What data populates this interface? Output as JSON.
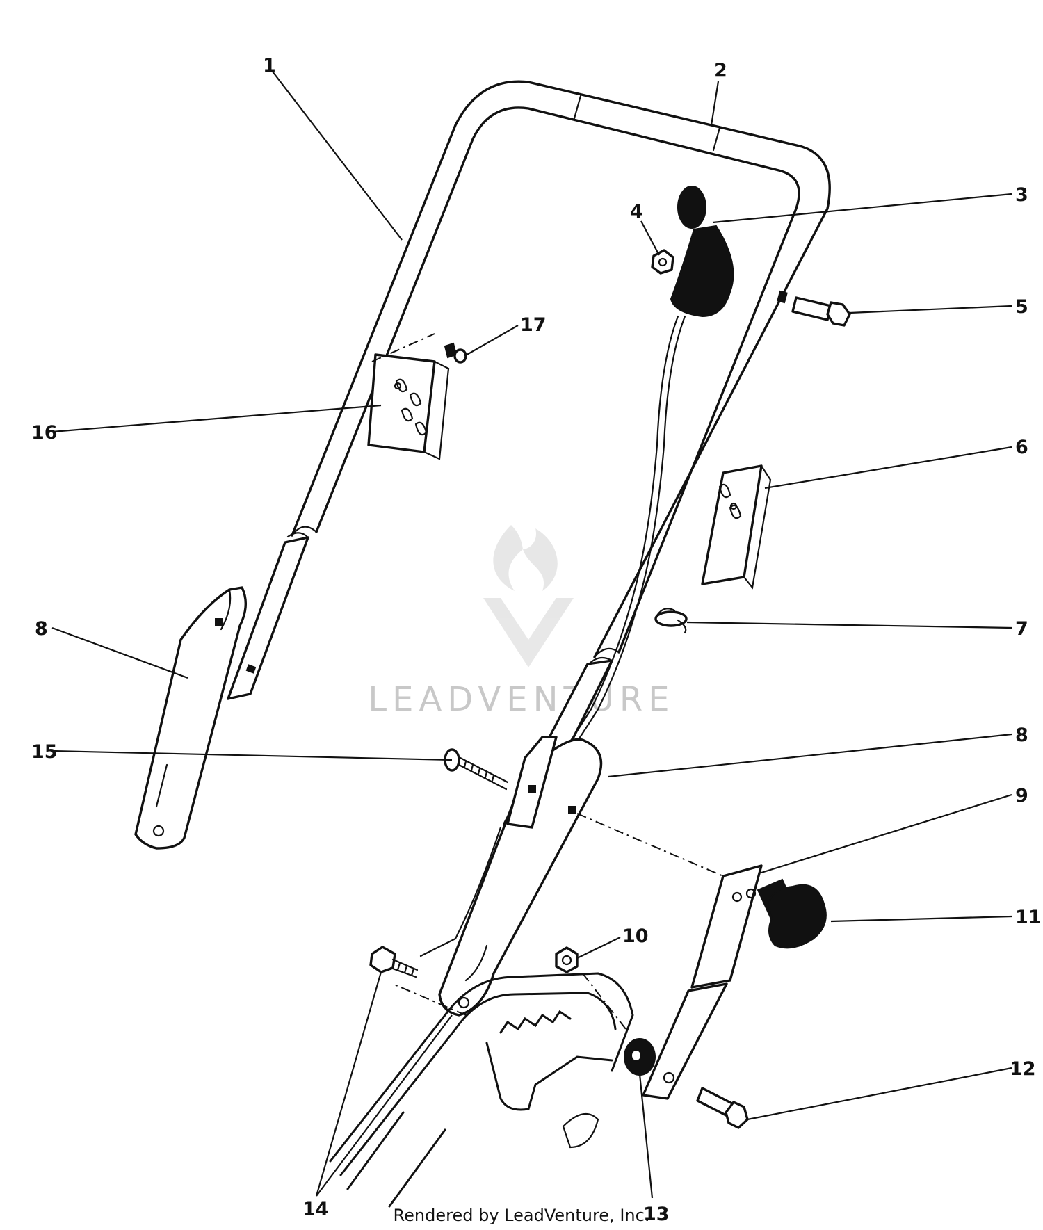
{
  "callouts": [
    {
      "id": "1",
      "label": "1"
    },
    {
      "id": "2",
      "label": "2"
    },
    {
      "id": "3",
      "label": "3"
    },
    {
      "id": "4",
      "label": "4"
    },
    {
      "id": "5",
      "label": "5"
    },
    {
      "id": "6",
      "label": "6"
    },
    {
      "id": "7",
      "label": "7"
    },
    {
      "id": "8a",
      "label": "8"
    },
    {
      "id": "8b",
      "label": "8"
    },
    {
      "id": "9",
      "label": "9"
    },
    {
      "id": "10",
      "label": "10"
    },
    {
      "id": "11",
      "label": "11"
    },
    {
      "id": "12",
      "label": "12"
    },
    {
      "id": "13",
      "label": "13"
    },
    {
      "id": "14",
      "label": "14"
    },
    {
      "id": "15",
      "label": "15"
    },
    {
      "id": "16",
      "label": "16"
    },
    {
      "id": "17",
      "label": "17"
    }
  ],
  "watermark": {
    "brand": "LEADVENTURE"
  },
  "footer": {
    "credit": "Rendered by LeadVenture, Inc."
  },
  "colors": {
    "ink": "#111111",
    "watermark": "#c8c8c8",
    "background": "#ffffff"
  },
  "icons": {
    "watermark_logo": "flame-v-logo-icon"
  }
}
